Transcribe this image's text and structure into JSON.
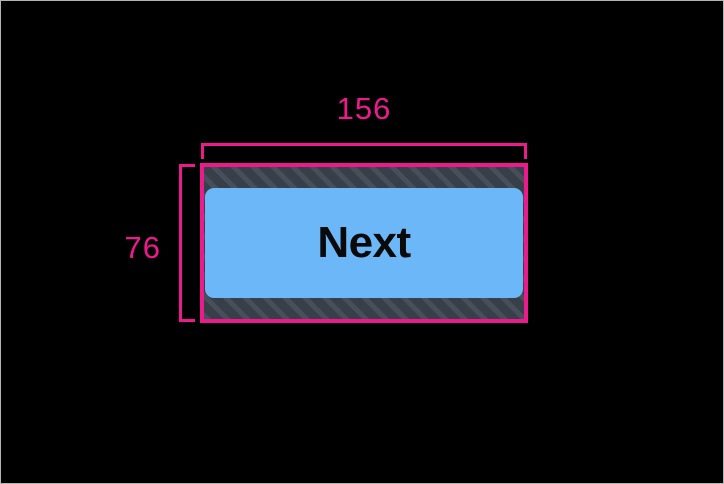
{
  "overlay": {
    "accent_color": "#ec1a8d",
    "width_measurement": "156",
    "height_measurement": "76"
  },
  "element": {
    "type": "button",
    "label": "Next",
    "fill_color": "#6bb7f7",
    "text_color": "#0a0a0a",
    "spacing_color": "#373f48"
  },
  "canvas": {
    "background_color": "#000000",
    "border_color": "#b4b4b4"
  }
}
